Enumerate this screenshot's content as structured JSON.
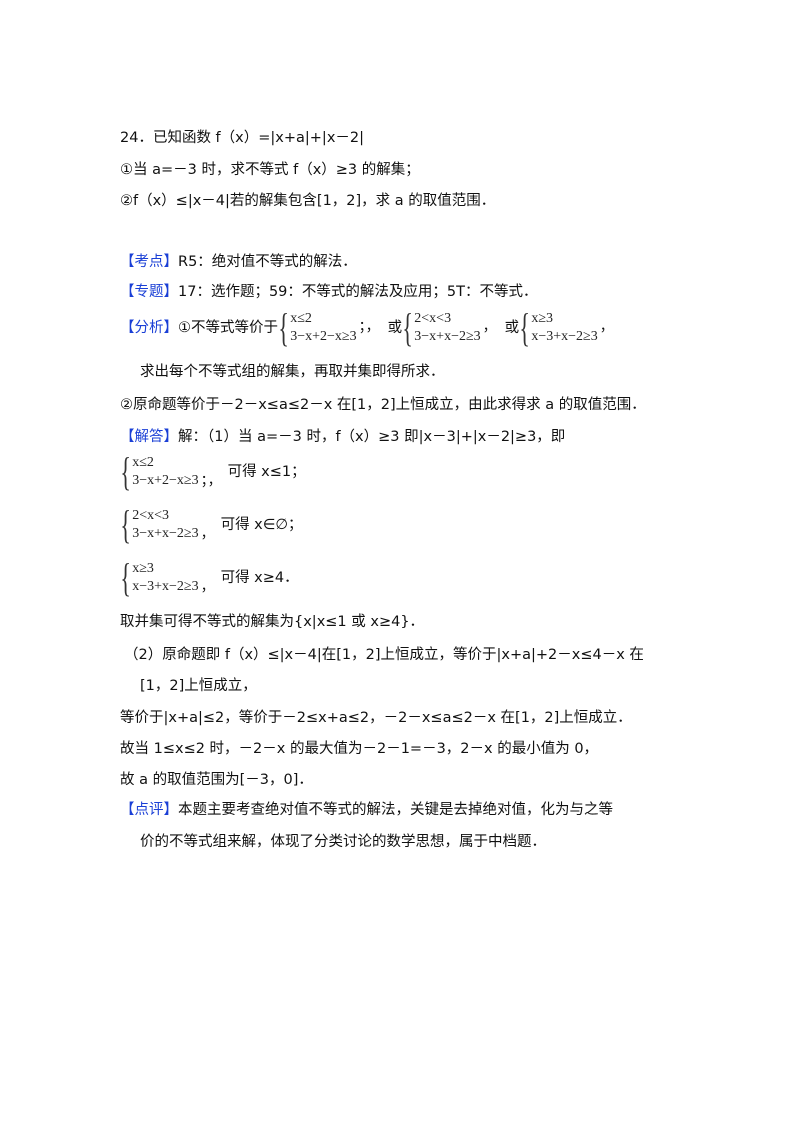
{
  "problem": {
    "number_title": "24．已知函数 f（x）=|x+a|+|x－2|",
    "part1": "①当 a=－3 时，求不等式 f（x）≥3 的解集；",
    "part2": "②f（x）≤|x－4|若的解集包含[1，2]，求 a 的取值范围．"
  },
  "kaodian": {
    "label": "【考点】",
    "text": "R5：绝对值不等式的解法．"
  },
  "zhuanti": {
    "label": "【专题】",
    "text": "17：选作题；59：不等式的解法及应用；5T：不等式．"
  },
  "fenxi": {
    "label": "【分析】",
    "intro": "①不等式等价于",
    "sys1": {
      "row1": "x≤2",
      "row2": "3−x+2−x≥3",
      "suffix": "；，"
    },
    "or1": "或",
    "sys2": {
      "row1": "2<x<3",
      "row2": "3−x+x−2≥3",
      "suffix": "，"
    },
    "or2": "或",
    "sys3": {
      "row1": "x≥3",
      "row2": "x−3+x−2≥3",
      "suffix": "，"
    },
    "line2": "求出每个不等式组的解集，再取并集即得所求．",
    "line3": "②原命题等价于－2－x≤a≤2－x 在[1，2]上恒成立，由此求得求 a 的取值范围．"
  },
  "jieda": {
    "label": "【解答】",
    "line1": "解：（1）当 a=－3 时，f（x）≥3 即|x－3|+|x－2|≥3，即",
    "case1": {
      "row1": "x≤2",
      "row2": "3−x+2−x≥3",
      "suffix": "；，",
      "result": "可得 x≤1；"
    },
    "case2": {
      "row1": "2<x<3",
      "row2": "3−x+x−2≥3",
      "suffix": "，",
      "result": "可得 x∈∅；"
    },
    "case3": {
      "row1": "x≥3",
      "row2": "x−3+x−2≥3",
      "suffix": "，",
      "result": "可得 x≥4．"
    },
    "union": "取并集可得不等式的解集为{x|x≤1 或 x≥4}．",
    "part2_line1": "（2）原命题即 f（x）≤|x－4|在[1，2]上恒成立，等价于|x+a|+2－x≤4－x 在",
    "part2_line2": "[1，2]上恒成立，",
    "part2_line3": "等价于|x+a|≤2，等价于－2≤x+a≤2，－2－x≤a≤2－x 在[1，2]上恒成立．",
    "part2_line4": "故当 1≤x≤2 时，－2－x 的最大值为－2－1=－3，2－x 的最小值为 0，",
    "part2_line5": "故 a 的取值范围为[－3，0]．"
  },
  "dianping": {
    "label": "【点评】",
    "line1": "本题主要考查绝对值不等式的解法，关键是去掉绝对值，化为与之等",
    "line2": "价的不等式组来解，体现了分类讨论的数学思想，属于中档题．"
  },
  "colors": {
    "label_blue": "#1a3fd6",
    "text": "#111111"
  }
}
